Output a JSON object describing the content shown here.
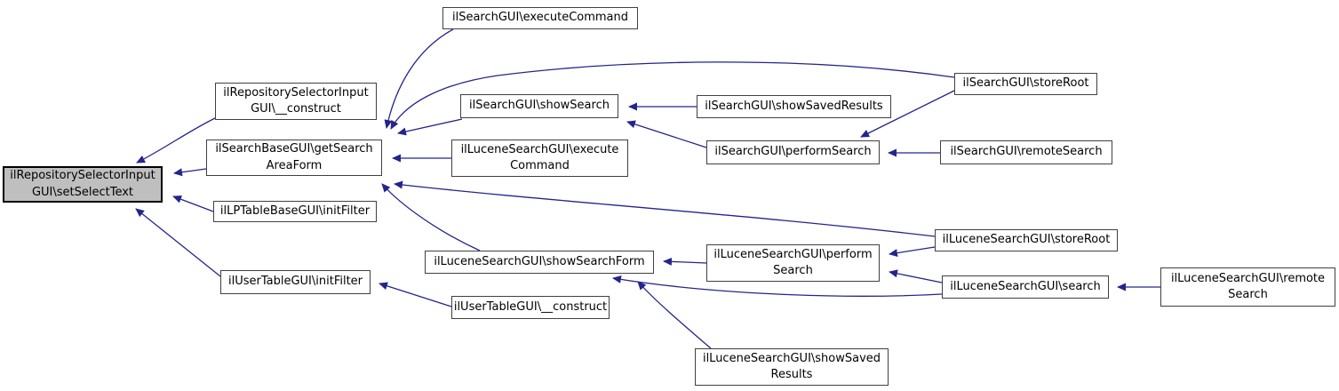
{
  "diagram": {
    "type": "call-graph",
    "colors": {
      "edge": "#24248c",
      "node_border": "#404040",
      "node_fill": "#ffffff",
      "highlight_fill": "#bfbfbf",
      "text": "#000000",
      "background": "#ffffff"
    },
    "nodes": [
      {
        "id": "setSelectText",
        "label": "ilRepositorySelectorInput\nGUI\\setSelectText",
        "highlighted": true
      },
      {
        "id": "repo-construct",
        "label": "ilRepositorySelectorInput\nGUI\\__construct",
        "highlighted": false
      },
      {
        "id": "getSearchAreaForm",
        "label": "ilSearchBaseGUI\\getSearch\nAreaForm",
        "highlighted": false
      },
      {
        "id": "lp-initFilter",
        "label": "ilLPTableBaseGUI\\initFilter",
        "highlighted": false
      },
      {
        "id": "user-initFilter",
        "label": "ilUserTableGUI\\initFilter",
        "highlighted": false
      },
      {
        "id": "search-executeCommand",
        "label": "ilSearchGUI\\executeCommand",
        "highlighted": false
      },
      {
        "id": "search-showSearch",
        "label": "ilSearchGUI\\showSearch",
        "highlighted": false
      },
      {
        "id": "lucene-executeCommand",
        "label": "ilLuceneSearchGUI\\execute\nCommand",
        "highlighted": false
      },
      {
        "id": "lucene-showSearchForm",
        "label": "ilLuceneSearchGUI\\showSearchForm",
        "highlighted": false
      },
      {
        "id": "user-construct",
        "label": "ilUserTableGUI\\__construct",
        "highlighted": false
      },
      {
        "id": "search-showSavedResults",
        "label": "ilSearchGUI\\showSavedResults",
        "highlighted": false
      },
      {
        "id": "search-performSearch",
        "label": "ilSearchGUI\\performSearch",
        "highlighted": false
      },
      {
        "id": "lucene-performSearch",
        "label": "ilLuceneSearchGUI\\perform\nSearch",
        "highlighted": false
      },
      {
        "id": "lucene-showSavedResults",
        "label": "ilLuceneSearchGUI\\showSaved\nResults",
        "highlighted": false
      },
      {
        "id": "search-storeRoot",
        "label": "ilSearchGUI\\storeRoot",
        "highlighted": false
      },
      {
        "id": "search-remoteSearch",
        "label": "ilSearchGUI\\remoteSearch",
        "highlighted": false
      },
      {
        "id": "lucene-storeRoot",
        "label": "ilLuceneSearchGUI\\storeRoot",
        "highlighted": false
      },
      {
        "id": "lucene-search",
        "label": "ilLuceneSearchGUI\\search",
        "highlighted": false
      },
      {
        "id": "lucene-remoteSearch",
        "label": "ilLuceneSearchGUI\\remote\nSearch",
        "highlighted": false
      }
    ],
    "edges": [
      {
        "from": "repo-construct",
        "to": "setSelectText"
      },
      {
        "from": "getSearchAreaForm",
        "to": "setSelectText"
      },
      {
        "from": "lp-initFilter",
        "to": "setSelectText"
      },
      {
        "from": "user-initFilter",
        "to": "setSelectText"
      },
      {
        "from": "search-executeCommand",
        "to": "getSearchAreaForm"
      },
      {
        "from": "search-storeRoot",
        "to": "getSearchAreaForm"
      },
      {
        "from": "search-showSearch",
        "to": "getSearchAreaForm"
      },
      {
        "from": "lucene-executeCommand",
        "to": "getSearchAreaForm"
      },
      {
        "from": "lucene-showSearchForm",
        "to": "getSearchAreaForm"
      },
      {
        "from": "lucene-storeRoot",
        "to": "getSearchAreaForm"
      },
      {
        "from": "search-showSavedResults",
        "to": "search-showSearch"
      },
      {
        "from": "search-performSearch",
        "to": "search-showSearch"
      },
      {
        "from": "search-storeRoot",
        "to": "search-performSearch"
      },
      {
        "from": "search-remoteSearch",
        "to": "search-performSearch"
      },
      {
        "from": "lucene-performSearch",
        "to": "lucene-showSearchForm"
      },
      {
        "from": "lucene-search",
        "to": "lucene-showSearchForm"
      },
      {
        "from": "lucene-showSavedResults",
        "to": "lucene-showSearchForm"
      },
      {
        "from": "lucene-storeRoot",
        "to": "lucene-performSearch"
      },
      {
        "from": "lucene-search",
        "to": "lucene-performSearch"
      },
      {
        "from": "lucene-remoteSearch",
        "to": "lucene-search"
      },
      {
        "from": "user-construct",
        "to": "user-initFilter"
      }
    ]
  }
}
